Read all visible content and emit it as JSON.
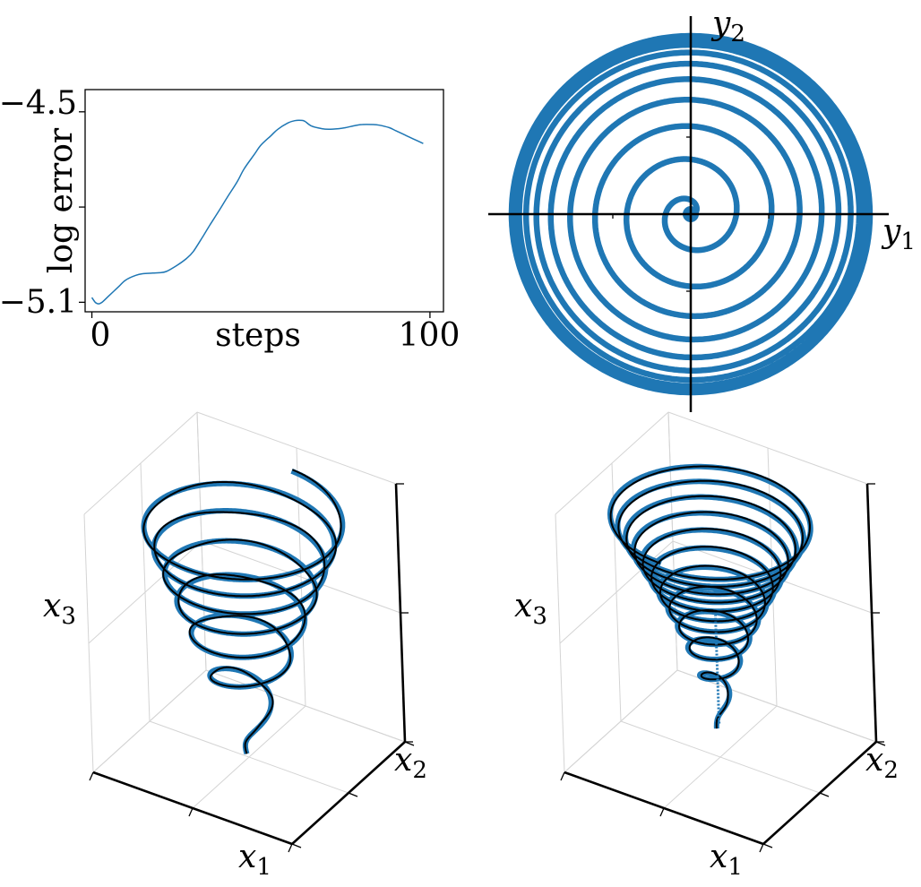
{
  "chart_data": [
    {
      "id": "error-plot",
      "type": "line",
      "xlabel": "steps",
      "ylabel": "log error",
      "xlim": [
        -2,
        104
      ],
      "ylim": [
        -5.13,
        -4.43
      ],
      "x_tick_labels": [
        "0",
        "100"
      ],
      "x_tick_values": [
        0,
        100
      ],
      "y_tick_labels": [
        "−4.5",
        "−5.1"
      ],
      "y_tick_values": [
        -4.5,
        -5.1
      ],
      "y_minor_tick_values": [
        -4.8
      ],
      "series": [
        {
          "color": "#1f77b4",
          "x": [
            0,
            1,
            2,
            3,
            5,
            8,
            10,
            13,
            15,
            18,
            20,
            22,
            25,
            28,
            30,
            33,
            35,
            38,
            40,
            43,
            45,
            48,
            50,
            53,
            55,
            58,
            60,
            62,
            63,
            65,
            68,
            70,
            73,
            75,
            78,
            80,
            83,
            85,
            88,
            90,
            93,
            95,
            98
          ],
          "y": [
            -5.085,
            -5.1,
            -5.105,
            -5.1,
            -5.08,
            -5.05,
            -5.03,
            -5.015,
            -5.01,
            -5.008,
            -5.007,
            -5.003,
            -4.985,
            -4.962,
            -4.94,
            -4.89,
            -4.855,
            -4.805,
            -4.77,
            -4.72,
            -4.68,
            -4.635,
            -4.605,
            -4.575,
            -4.555,
            -4.535,
            -4.528,
            -4.527,
            -4.53,
            -4.545,
            -4.553,
            -4.555,
            -4.553,
            -4.55,
            -4.543,
            -4.54,
            -4.54,
            -4.542,
            -4.55,
            -4.56,
            -4.575,
            -4.585,
            -4.6
          ]
        }
      ]
    },
    {
      "id": "phase-portrait",
      "type": "line",
      "xlabel": "y1",
      "ylabel": "y2",
      "axis_style": "centered-cross",
      "series": [
        {
          "color": "#1f77b4",
          "spiral": {
            "r_start": 0.015,
            "r_end": 1.0,
            "turns": 12,
            "inner_growth": 0.45,
            "outer_growth": 0.22,
            "outer_fraction": 0.6
          }
        }
      ]
    },
    {
      "id": "trajectory-3d-left",
      "type": "line",
      "xlabel": "x1",
      "ylabel": "x2",
      "zlabel": "x3",
      "series": [
        {
          "color": "#1f77b4",
          "role": "reference"
        },
        {
          "color": "#000000",
          "role": "prediction"
        }
      ],
      "helix": {
        "r_start": 0.04,
        "r_end": 0.98,
        "turns": 6.5,
        "growth_power": 0.55,
        "z_start": 0.02,
        "z_end": 0.93
      }
    },
    {
      "id": "trajectory-3d-right",
      "type": "line",
      "xlabel": "x1",
      "ylabel": "x2",
      "zlabel": "x3",
      "series": [
        {
          "color": "#1f77b4",
          "role": "reference"
        },
        {
          "color": "#000000",
          "role": "prediction"
        }
      ],
      "helix": {
        "r_start": 0.05,
        "r_end": 0.98,
        "turns": 11,
        "growth_power": 0.8,
        "z_start": 0.12,
        "z_end": 0.93
      },
      "stem": {
        "z_from": 0.13,
        "z_to": 0.55
      }
    }
  ]
}
